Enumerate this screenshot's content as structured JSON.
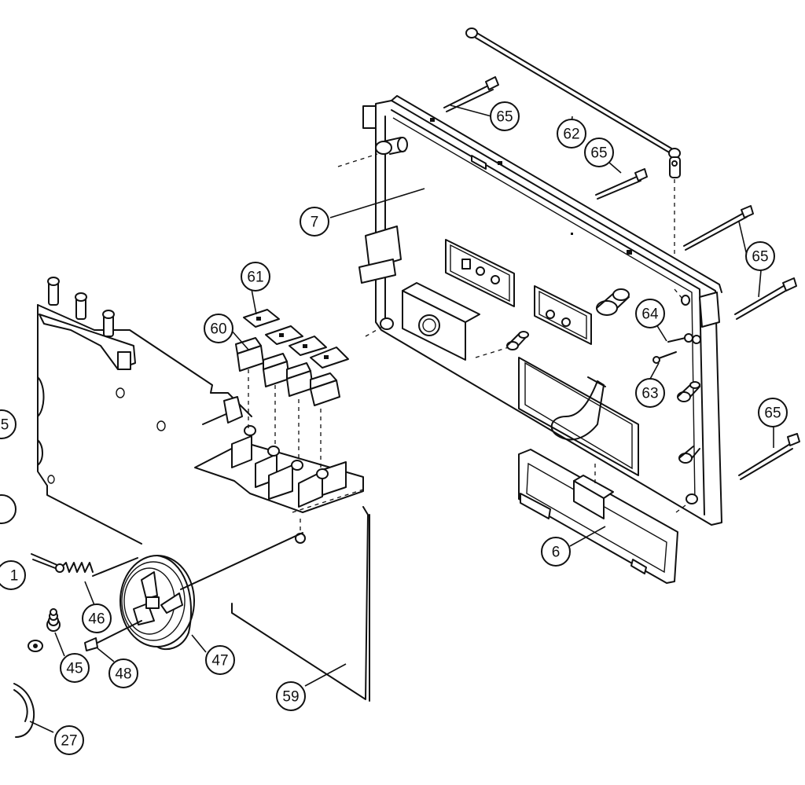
{
  "diagram": {
    "callouts": [
      {
        "id": "c65a",
        "label": "65"
      },
      {
        "id": "c62",
        "label": "62"
      },
      {
        "id": "c65b",
        "label": "65"
      },
      {
        "id": "c7",
        "label": "7"
      },
      {
        "id": "c65c",
        "label": "65"
      },
      {
        "id": "c61",
        "label": "61"
      },
      {
        "id": "c60",
        "label": "60"
      },
      {
        "id": "c64",
        "label": "64"
      },
      {
        "id": "c63",
        "label": "63"
      },
      {
        "id": "c65d",
        "label": "65"
      },
      {
        "id": "c6",
        "label": "6"
      },
      {
        "id": "c46",
        "label": "46"
      },
      {
        "id": "c47",
        "label": "47"
      },
      {
        "id": "c45",
        "label": "45"
      },
      {
        "id": "c48",
        "label": "48"
      },
      {
        "id": "c59",
        "label": "59"
      },
      {
        "id": "c27",
        "label": "27"
      }
    ],
    "edge_fragments": [
      "5",
      "1"
    ]
  }
}
